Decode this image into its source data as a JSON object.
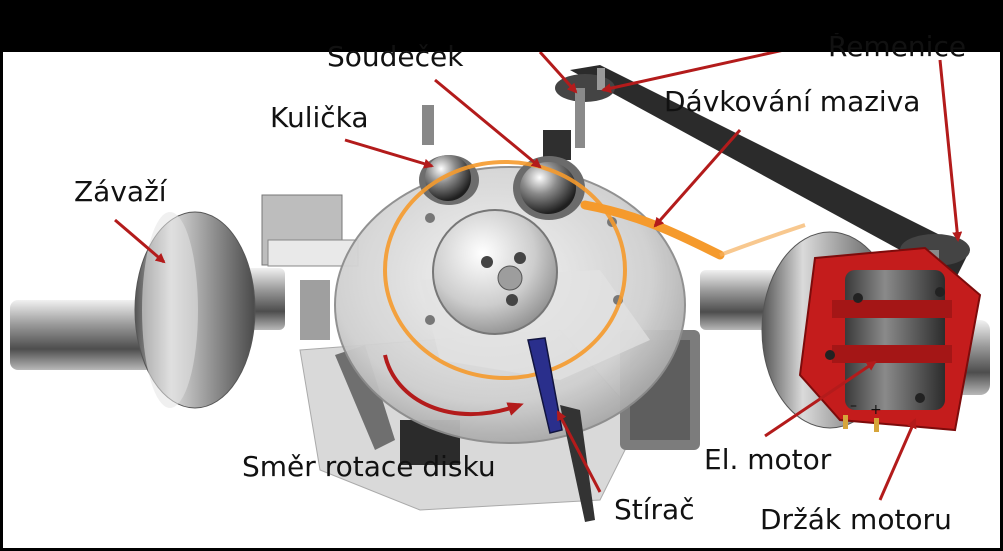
{
  "labels": {
    "weight": "Závaží",
    "ball": "Kulička",
    "holder": "Soudeček",
    "pulley": "Řemenice",
    "lubricant_dosing": "Dávkování maziva",
    "disc_rotation": "Směr rotace disku",
    "wiper": "Stírač",
    "electric_motor": "El. motor",
    "motor_holder": "Držák motoru"
  },
  "motor_polarity": {
    "minus": "–",
    "plus": "+"
  },
  "colors": {
    "arrow": "#b31b1b",
    "lubricant_track": "#f59a2c",
    "wiper": "#2a2f8c",
    "motor_housing": "#c41c1c",
    "belt": "#2b2b2b"
  }
}
